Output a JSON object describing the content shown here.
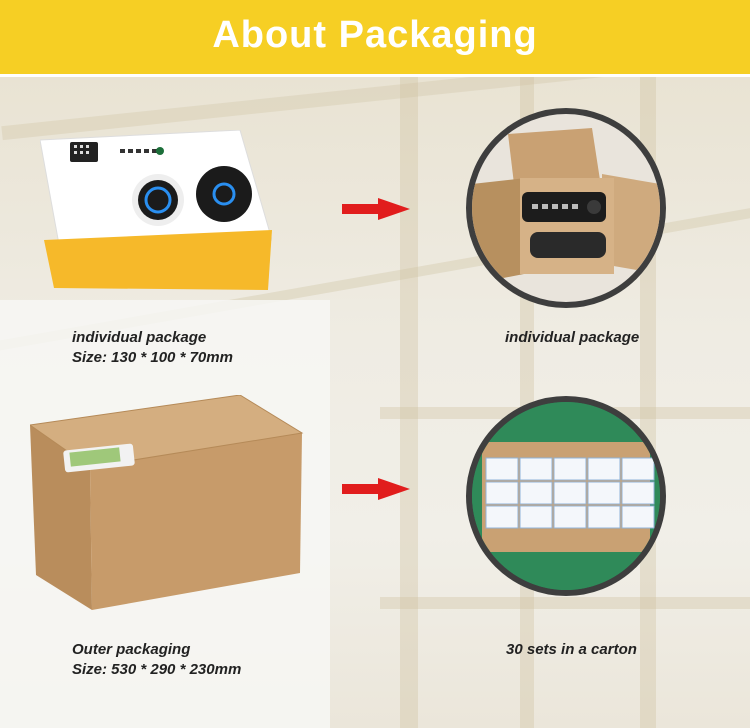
{
  "header": {
    "title": "About Packaging",
    "bg_color": "#f6cf24"
  },
  "items": [
    {
      "caption_line1": "individual package",
      "caption_line2": "Size: 130 * 100 * 70mm"
    },
    {
      "caption_line1": "individual package"
    },
    {
      "caption_line1": "Outer packaging",
      "caption_line2": "Size: 530 * 290 * 230mm"
    },
    {
      "caption_line1": "30 sets in a carton"
    }
  ],
  "colors": {
    "arrow": "#e11d1d",
    "box_yellow": "#f6b92a",
    "cardboard": "#c9a173",
    "circle_border": "#3e3e3e"
  },
  "icons": [
    "right-arrow-icon",
    "right-arrow-icon"
  ]
}
